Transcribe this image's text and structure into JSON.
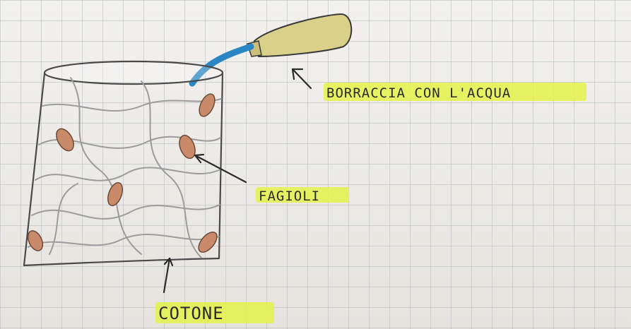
{
  "labels": {
    "bottle": "BORRACCIA CON L'ACQUA",
    "beans": "FAGIOLI",
    "cotton": "COTONE"
  },
  "colors": {
    "paper": "#f1efec",
    "grid": "#b9c0c6",
    "highlighter": "#e4f24a",
    "beans": "#c98a6a",
    "tube": "#2a86c4",
    "bottle": "#d9d08a",
    "pencil": "#4a4a4a"
  }
}
